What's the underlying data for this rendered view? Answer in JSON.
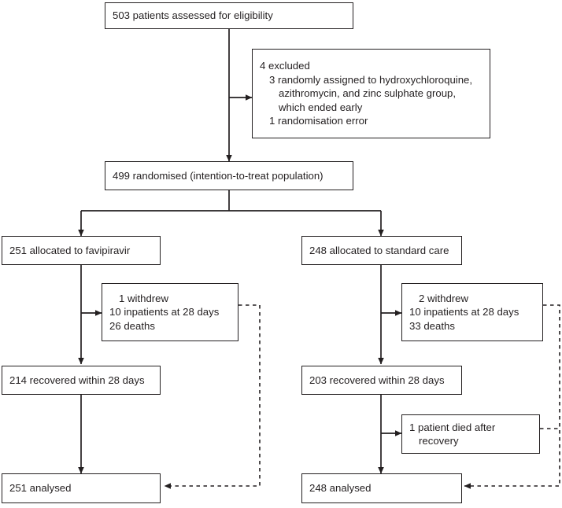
{
  "figure": {
    "type": "consort-flow-diagram",
    "stroke_color": "#231f20",
    "background": "#ffffff"
  },
  "nodes": {
    "assessed": {
      "text": "503 patients assessed for eligibility",
      "count": 503
    },
    "excluded": {
      "line1": "4 excluded",
      "line2": "3 randomly assigned to hydroxychloroquine,",
      "line3": "azithromycin, and zinc sulphate group,",
      "line4": "which ended early",
      "line5": "1 randomisation error",
      "count": 4
    },
    "randomised": {
      "text": "499 randomised (intention-to-treat population)",
      "count": 499
    },
    "allocated_left": {
      "text": "251 allocated to favipiravir",
      "count": 251
    },
    "allocated_right": {
      "text": "248 allocated to standard care",
      "count": 248
    },
    "attrition_left": {
      "line1": "1 withdrew",
      "line2": "10 inpatients at 28 days",
      "line3": "26 deaths"
    },
    "attrition_right": {
      "line1": "2 withdrew",
      "line2": "10 inpatients at 28 days",
      "line3": "33 deaths"
    },
    "recovered_left": {
      "text": "214 recovered within 28 days",
      "count": 214
    },
    "recovered_right": {
      "text": "203 recovered within 28 days",
      "count": 203
    },
    "died_after_recovery": {
      "line1": "1 patient died after",
      "line2": "recovery"
    },
    "analysed_left": {
      "text": "251 analysed",
      "count": 251
    },
    "analysed_right": {
      "text": "248 analysed",
      "count": 248
    }
  }
}
